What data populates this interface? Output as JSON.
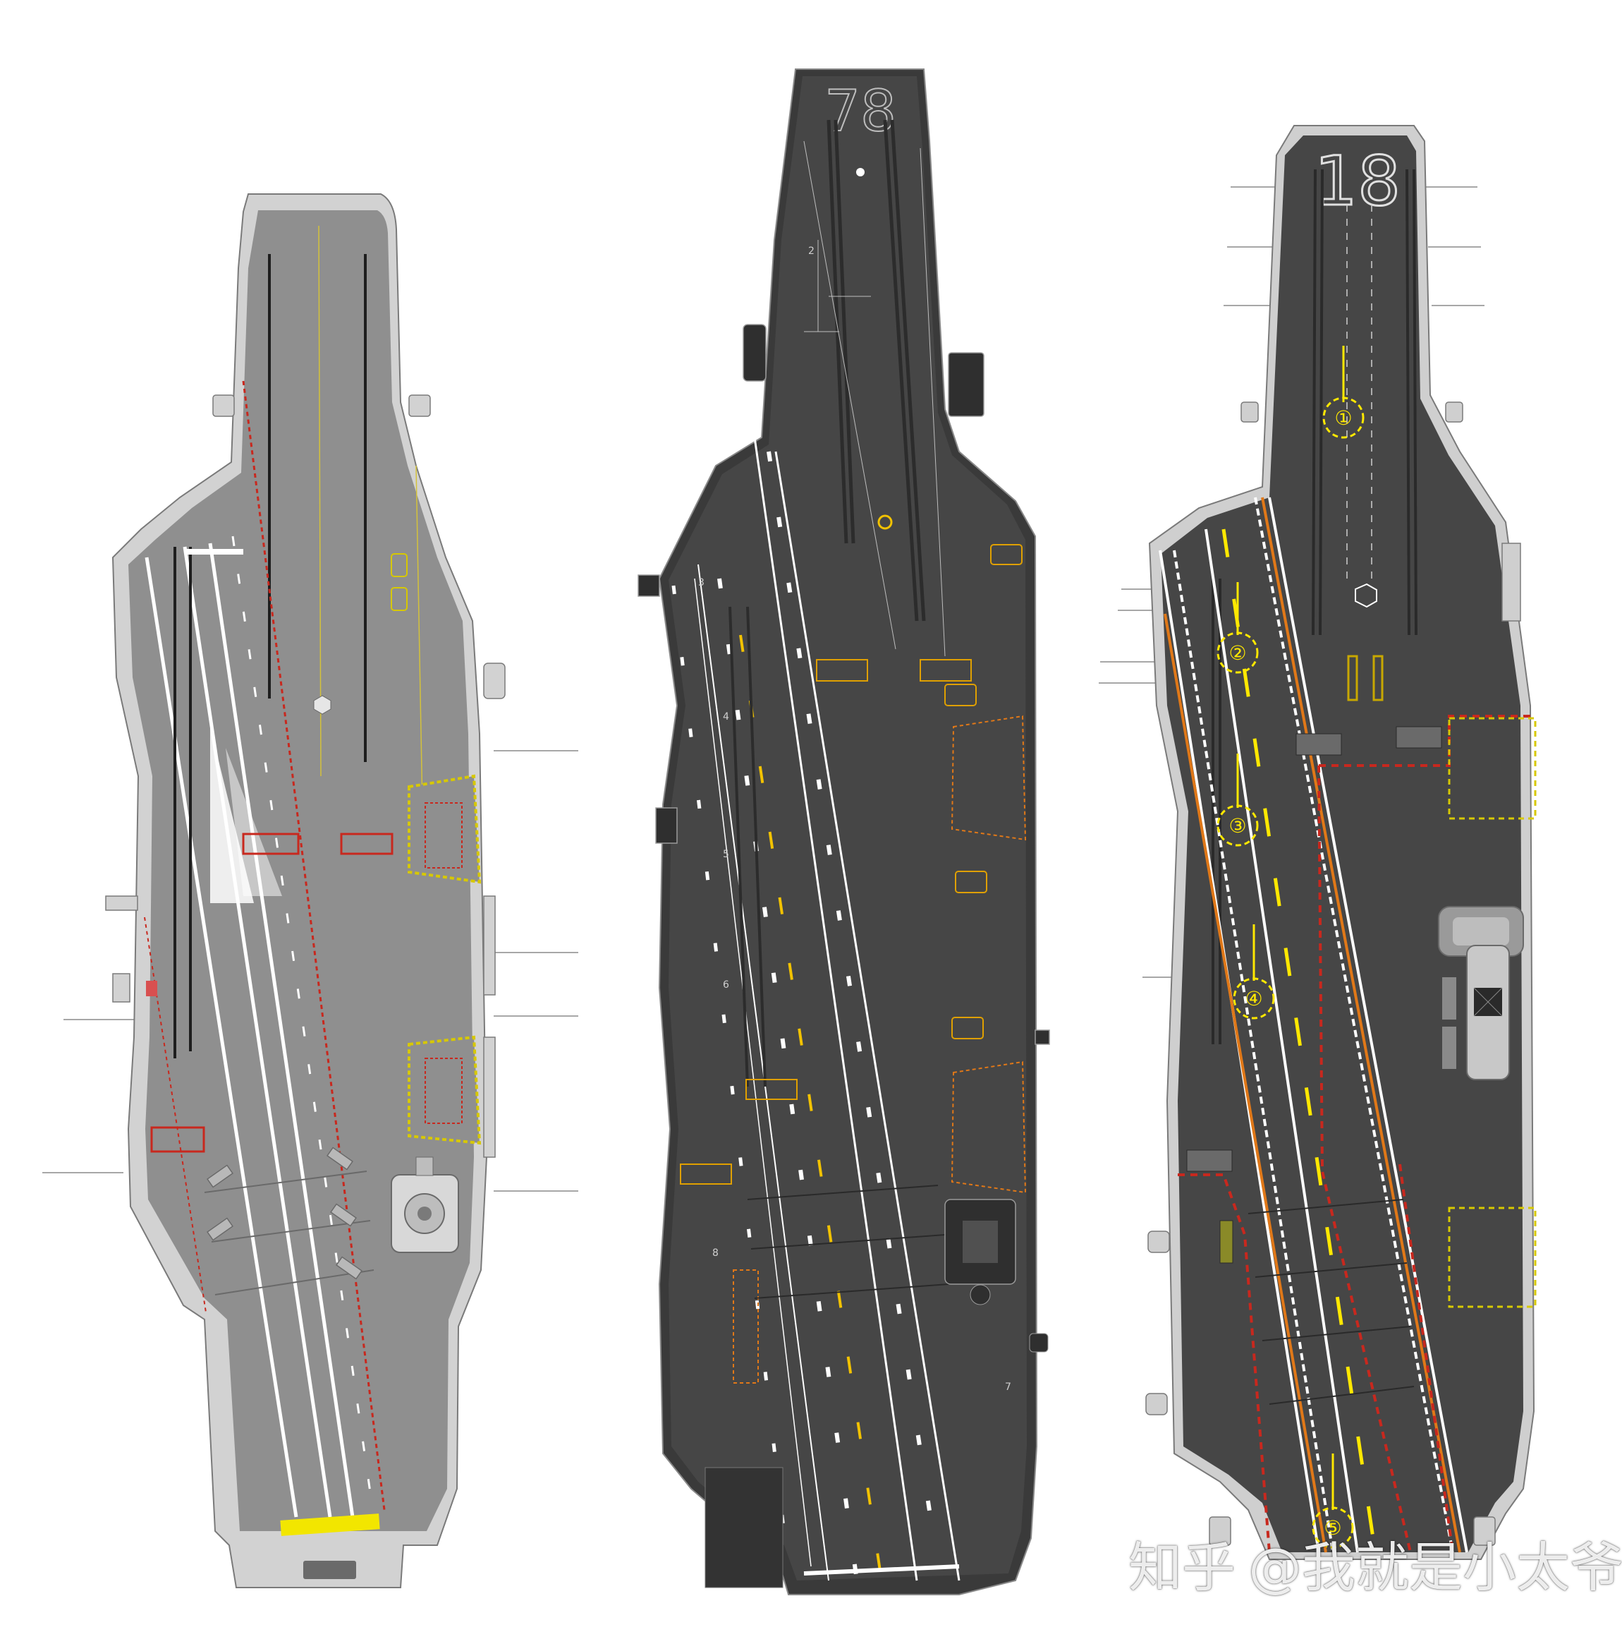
{
  "carriers": [
    {
      "id": "left",
      "hull_color": "#8a8a8a",
      "deck_color": "#8f8f8f",
      "hull_number": ""
    },
    {
      "id": "middle",
      "hull_color": "#4a4a4a",
      "deck_color": "#464646",
      "hull_number": "78",
      "spot_numbers": [
        "2",
        "3",
        "4",
        "5",
        "6",
        "7",
        "8"
      ]
    },
    {
      "id": "right",
      "hull_color": "#4a4a4a",
      "deck_color": "#464646",
      "hull_number": "18",
      "spot_markers": [
        "①",
        "②",
        "③",
        "④",
        "⑤"
      ]
    }
  ],
  "colors": {
    "accent_yellow": "#f2e600",
    "marker_yellow": "#ffe800",
    "hazard_red": "#c8281e",
    "orange": "#e07818",
    "white": "#ffffff",
    "outline": "#9a9a9a"
  },
  "watermark": {
    "logo_text": "知乎",
    "handle": "@我就是小太爷"
  }
}
